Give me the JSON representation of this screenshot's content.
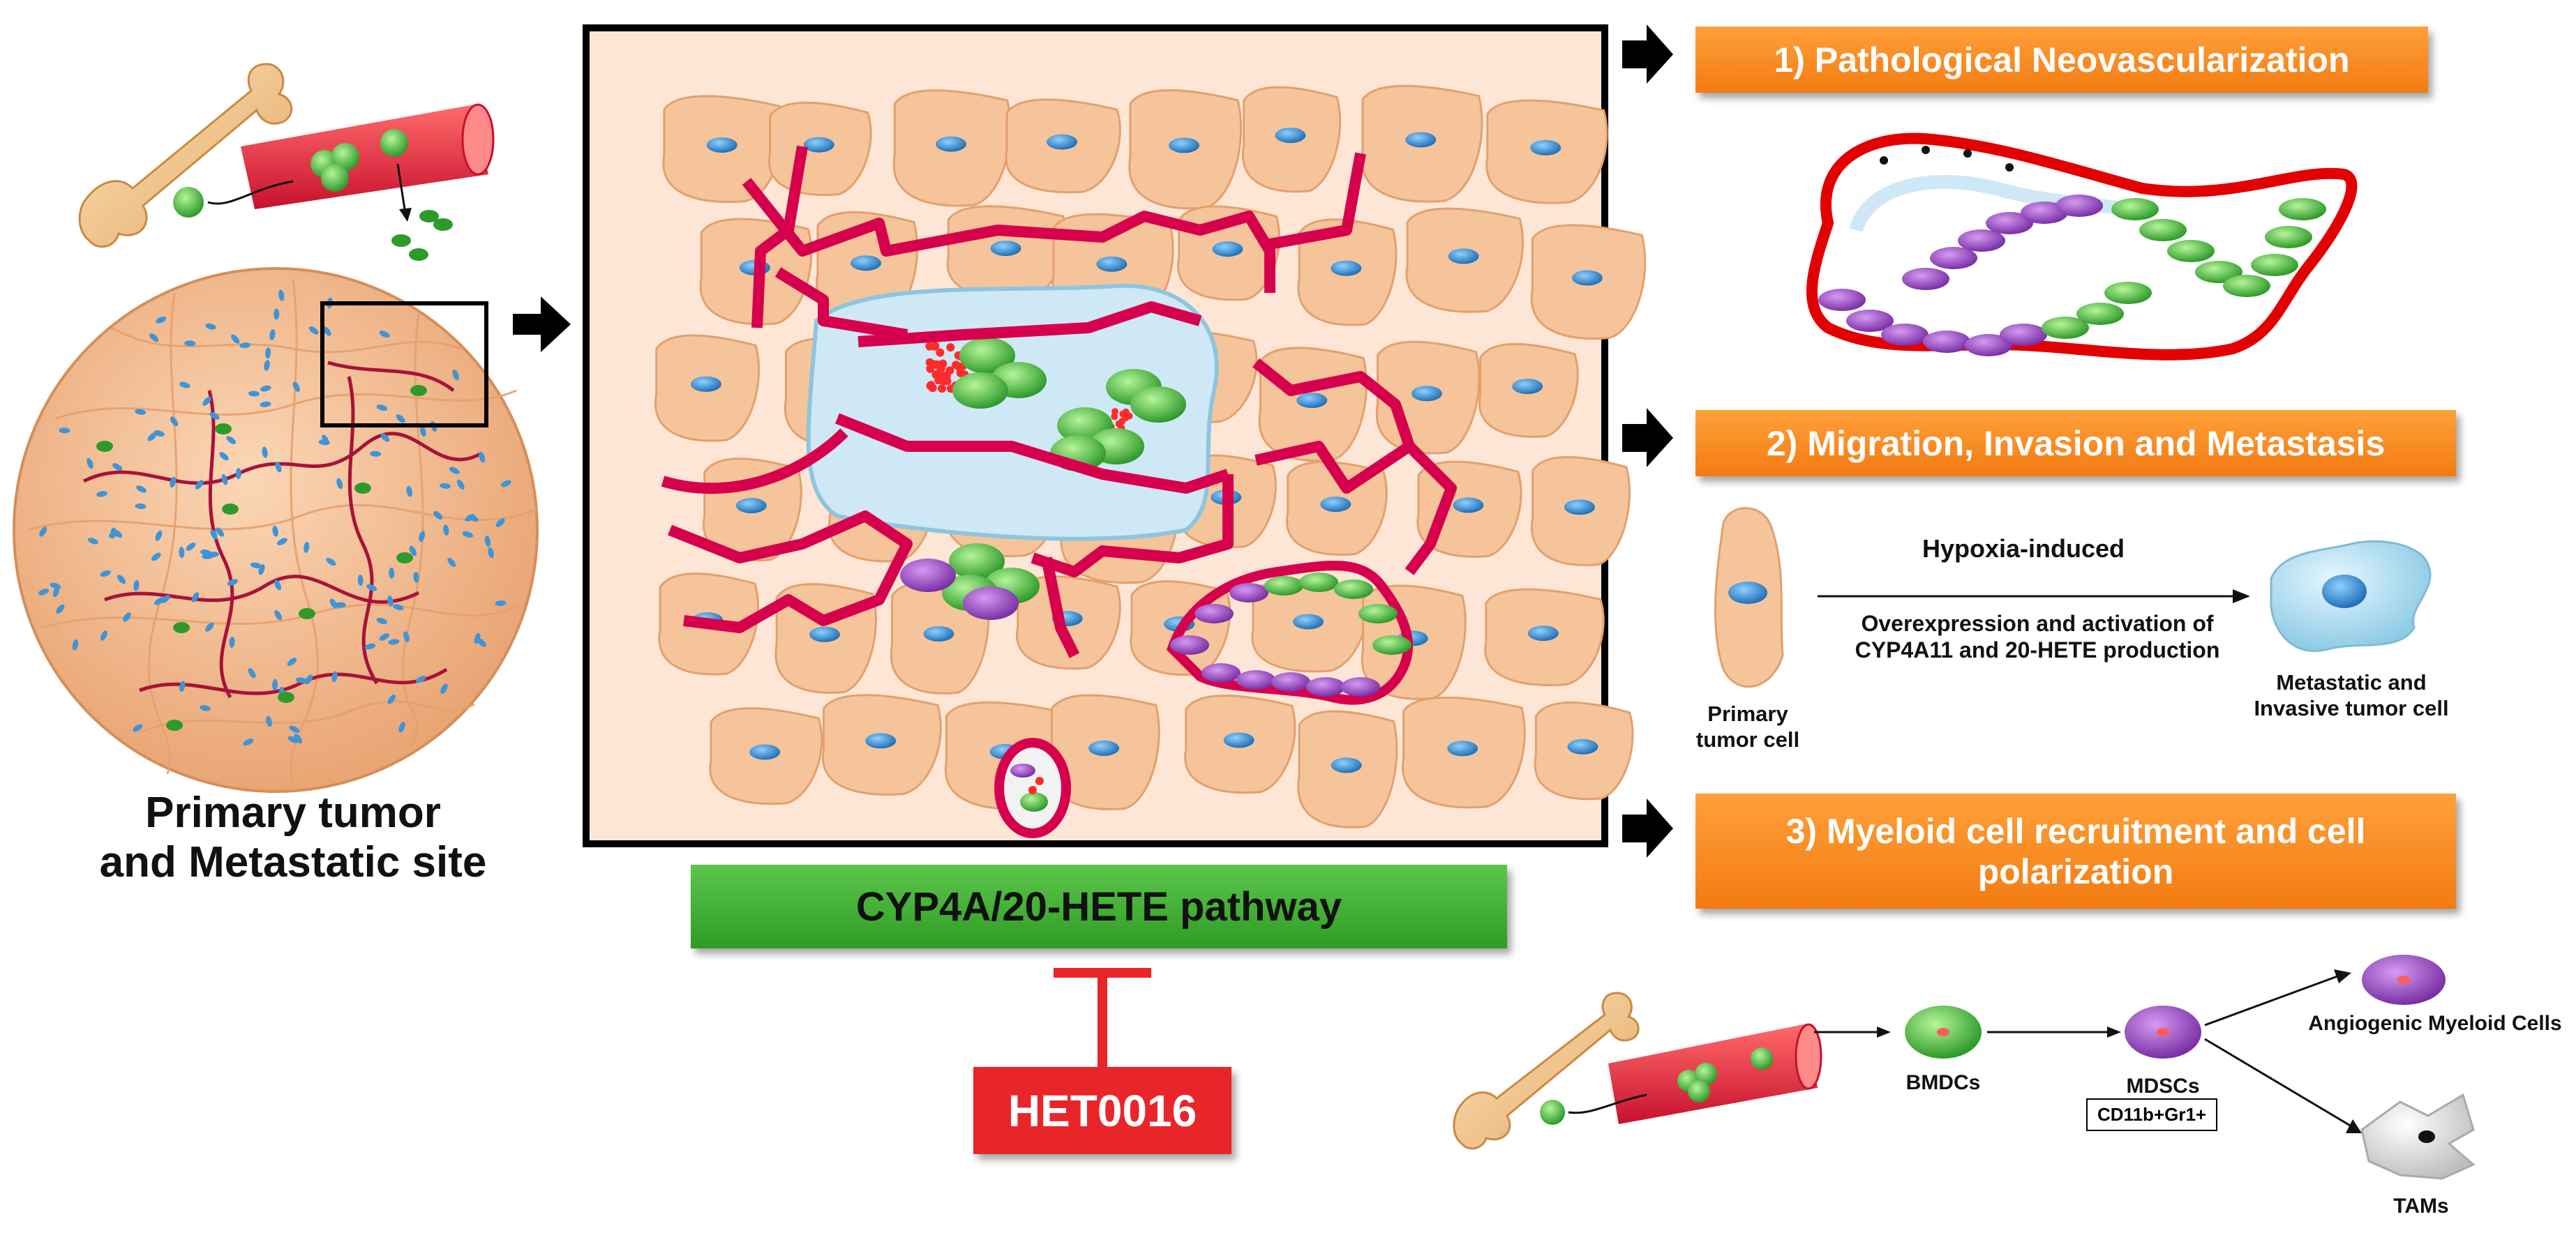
{
  "left_caption": {
    "line1": "Primary tumor",
    "line2": "and Metastatic site"
  },
  "center": {
    "pathway_label": "CYP4A/20-HETE pathway",
    "inhibitor_label": "HET0016"
  },
  "effects": [
    {
      "label": "1) Pathological Neovascularization"
    },
    {
      "label": "2) Migration, Invasion and Metastasis"
    },
    {
      "label_line1": "3) Myeloid cell recruitment and cell",
      "label_line2": "polarization"
    }
  ],
  "migration": {
    "hypoxia": "Hypoxia-induced",
    "overexpression_line1": "Overexpression and activation of",
    "overexpression_line2": "CYP4A11 and 20-HETE production",
    "primary_line1": "Primary",
    "primary_line2": "tumor cell",
    "metastatic_line1": "Metastatic and",
    "metastatic_line2": "Invasive tumor cell"
  },
  "myeloid": {
    "bmdcs": "BMDCs",
    "mdscs": "MDSCs",
    "marker": "CD11b+Gr1+",
    "angiogenic": "Angiogenic Myeloid Cells",
    "tams": "TAMs"
  },
  "colors": {
    "orange": "#f37b12",
    "green": "#3aa82c",
    "red": "#e8262a",
    "vessel": "#d6004d",
    "tumor": "#f6c49a",
    "nucleus": "#3d95d8"
  }
}
